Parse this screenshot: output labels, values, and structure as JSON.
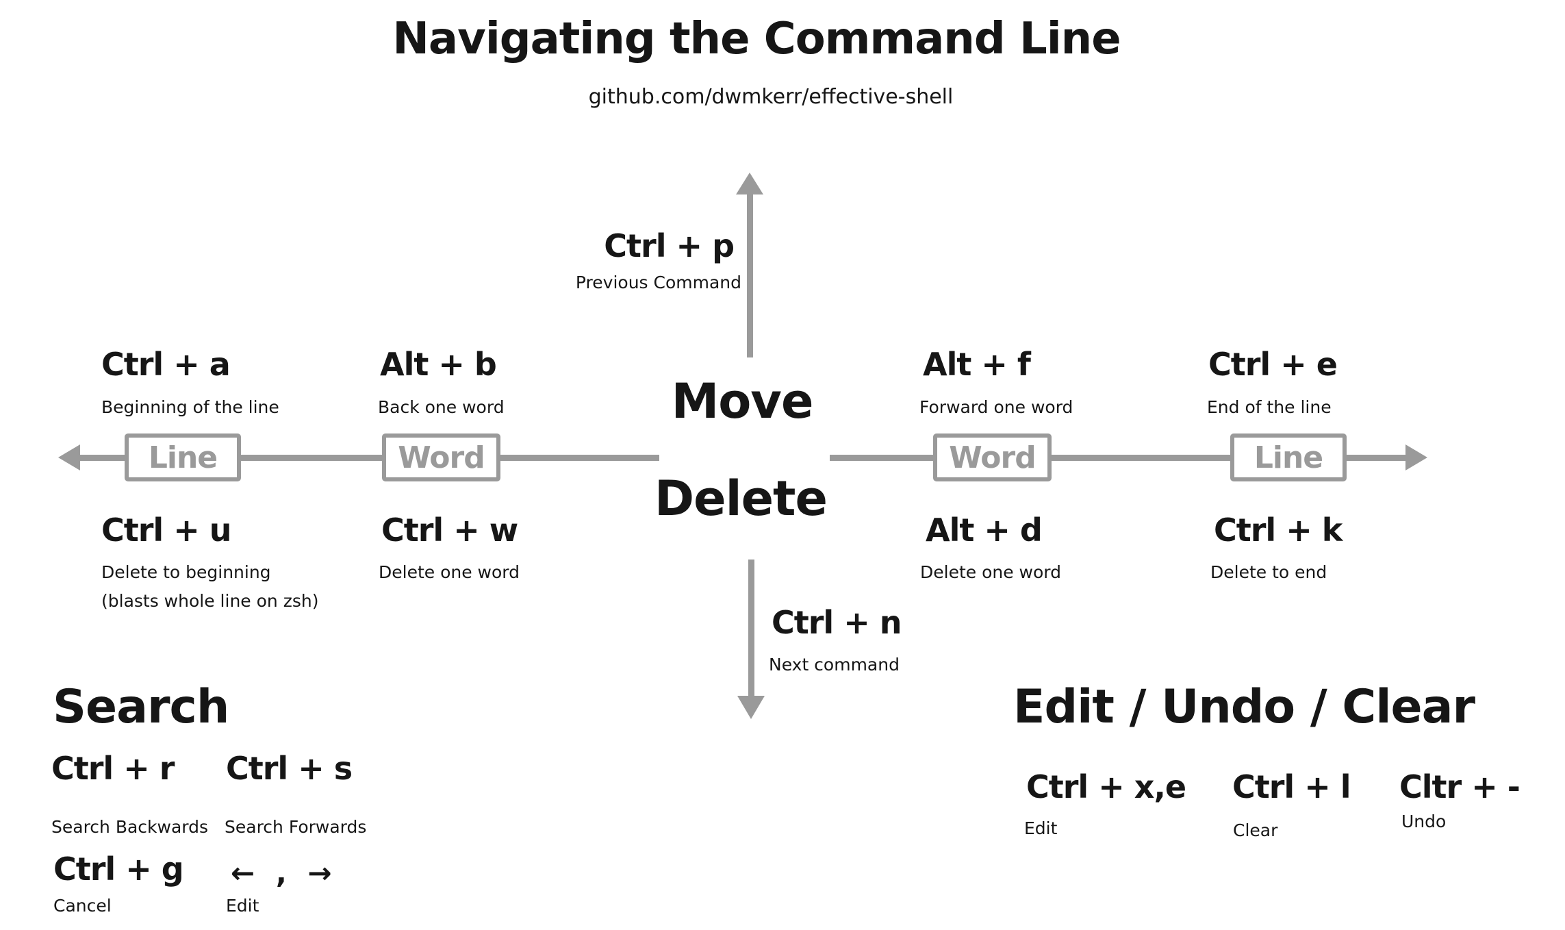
{
  "colors": {
    "ink": "#161616",
    "gray": "#9a9a9a",
    "background": "#ffffff"
  },
  "header": {
    "title": "Navigating the Command Line",
    "subtitle": "github.com/dwmkerr/effective-shell"
  },
  "axis": {
    "move_label": "Move",
    "delete_label": "Delete",
    "up": {
      "keys": "Ctrl + p",
      "desc": "Previous Command"
    },
    "down": {
      "keys": "Ctrl + n",
      "desc": "Next command"
    },
    "boxes": {
      "left_line": "Line",
      "left_word": "Word",
      "right_word": "Word",
      "right_line": "Line"
    },
    "move_shortcuts": [
      {
        "keys": "Ctrl + a",
        "desc": "Beginning of the line"
      },
      {
        "keys": "Alt + b",
        "desc": "Back one word"
      },
      {
        "keys": "Alt + f",
        "desc": "Forward one word"
      },
      {
        "keys": "Ctrl + e",
        "desc": "End of the line"
      }
    ],
    "delete_shortcuts": [
      {
        "keys": "Ctrl + u",
        "desc": "Delete to beginning",
        "note": "(blasts whole line on zsh)"
      },
      {
        "keys": "Ctrl + w",
        "desc": "Delete one word"
      },
      {
        "keys": "Alt + d",
        "desc": "Delete one word"
      },
      {
        "keys": "Ctrl + k",
        "desc": "Delete to end"
      }
    ]
  },
  "search": {
    "heading": "Search",
    "items": [
      {
        "keys": "Ctrl + r",
        "desc": "Search Backwards"
      },
      {
        "keys": "Ctrl + s",
        "desc": "Search Forwards"
      },
      {
        "keys": "Ctrl + g",
        "desc": "Cancel"
      },
      {
        "keys": "← , →",
        "desc": "Edit"
      }
    ]
  },
  "edit": {
    "heading": "Edit / Undo / Clear",
    "items": [
      {
        "keys": "Ctrl + x,e",
        "desc": "Edit"
      },
      {
        "keys": "Ctrl + l",
        "desc": "Clear"
      },
      {
        "keys": "Cltr + -",
        "desc": "Undo"
      }
    ]
  }
}
